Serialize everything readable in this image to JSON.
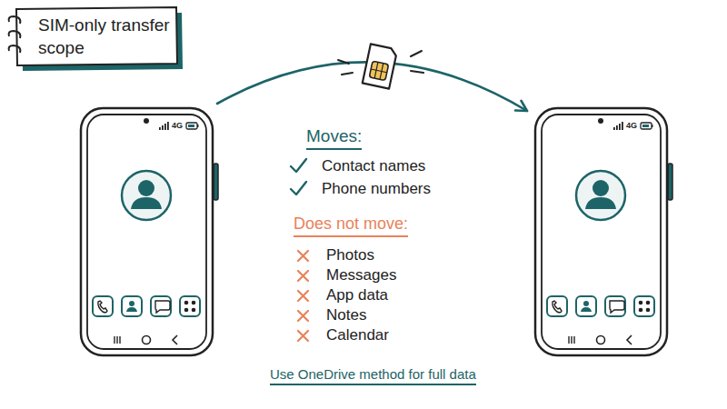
{
  "diagram": {
    "title": "SIM-only transfer scope",
    "nodes": [
      {
        "text": [
          "4G"
        ]
      },
      {
        "text": [
          "4G"
        ]
      }
    ],
    "edges": [
      {
        "from": 0,
        "to": 1,
        "arrow": "to"
      }
    ],
    "labels": [
      "Moves:",
      "Contact names",
      "Phone numbers",
      "Does not move:",
      "Photos",
      "Messages",
      "App data",
      "Notes",
      "Calendar",
      "Use OneDrive method for full data"
    ]
  }
}
